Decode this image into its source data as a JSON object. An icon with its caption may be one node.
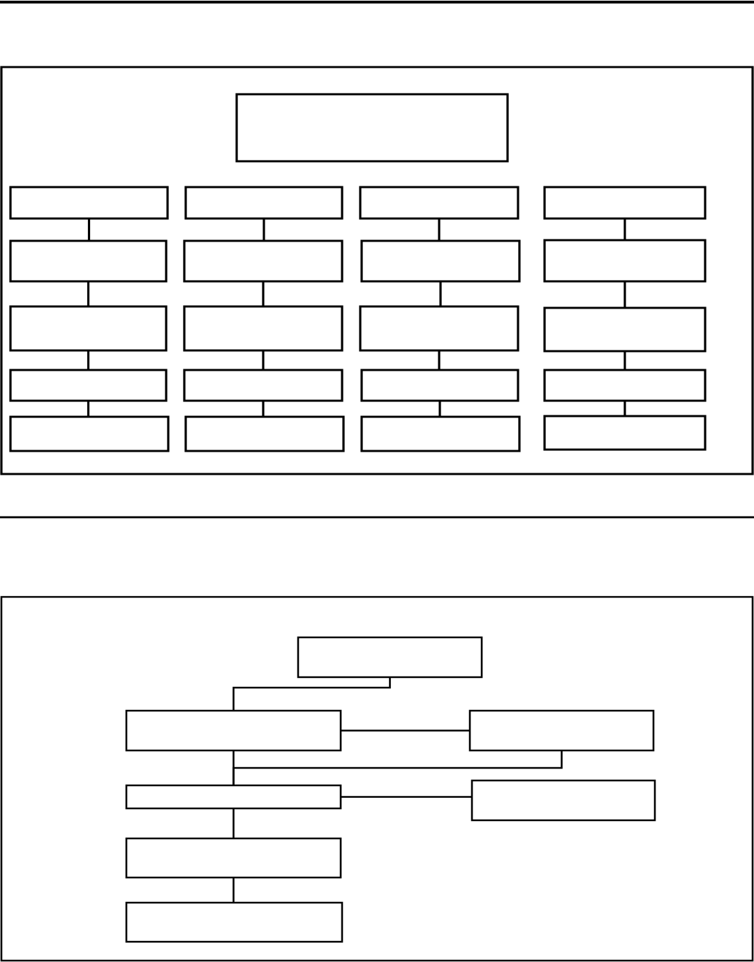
{
  "diagram": {
    "nodes": [
      {
        "text": [],
        "shape": "box"
      },
      {
        "text": [],
        "shape": "box",
        "in": 0
      },
      {
        "text": [],
        "shape": "box",
        "in": 0
      },
      {
        "text": [],
        "shape": "box",
        "in": 0
      },
      {
        "text": [],
        "shape": "box",
        "in": 0
      },
      {
        "text": [],
        "shape": "box",
        "in": 0
      },
      {
        "text": [],
        "shape": "box",
        "in": 0
      },
      {
        "text": [],
        "shape": "box",
        "in": 0
      },
      {
        "text": [],
        "shape": "box",
        "in": 0
      },
      {
        "text": [],
        "shape": "box",
        "in": 0
      },
      {
        "text": [],
        "shape": "box",
        "in": 0
      },
      {
        "text": [],
        "shape": "box",
        "in": 0
      },
      {
        "text": [],
        "shape": "box",
        "in": 0
      },
      {
        "text": [],
        "shape": "box",
        "in": 0
      },
      {
        "text": [],
        "shape": "box",
        "in": 0
      },
      {
        "text": [],
        "shape": "box",
        "in": 0
      },
      {
        "text": [],
        "shape": "box",
        "in": 0
      },
      {
        "text": [],
        "shape": "box",
        "in": 0
      },
      {
        "text": [],
        "shape": "box",
        "in": 0
      },
      {
        "text": [],
        "shape": "box",
        "in": 0
      },
      {
        "text": [],
        "shape": "box",
        "in": 0
      },
      {
        "text": [],
        "shape": "box",
        "in": 0
      },
      {
        "text": [],
        "shape": "box"
      },
      {
        "text": [],
        "shape": "box",
        "in": 22
      },
      {
        "text": [],
        "shape": "box",
        "in": 22
      },
      {
        "text": [],
        "shape": "box",
        "in": 22
      },
      {
        "text": [],
        "shape": "box",
        "in": 22
      },
      {
        "text": [],
        "shape": "box",
        "in": 22
      },
      {
        "text": [],
        "shape": "box",
        "in": 22
      },
      {
        "text": [],
        "shape": "box",
        "in": 22
      }
    ],
    "edges": [
      {
        "from": 2,
        "to": 6,
        "arrow": "none"
      },
      {
        "from": 6,
        "to": 10,
        "arrow": "none"
      },
      {
        "from": 10,
        "to": 14,
        "arrow": "none"
      },
      {
        "from": 14,
        "to": 18,
        "arrow": "none"
      },
      {
        "from": 3,
        "to": 7,
        "arrow": "none"
      },
      {
        "from": 7,
        "to": 11,
        "arrow": "none"
      },
      {
        "from": 11,
        "to": 15,
        "arrow": "none"
      },
      {
        "from": 15,
        "to": 19,
        "arrow": "none"
      },
      {
        "from": 4,
        "to": 8,
        "arrow": "none"
      },
      {
        "from": 8,
        "to": 12,
        "arrow": "none"
      },
      {
        "from": 12,
        "to": 16,
        "arrow": "none"
      },
      {
        "from": 16,
        "to": 20,
        "arrow": "none"
      },
      {
        "from": 5,
        "to": 9,
        "arrow": "none"
      },
      {
        "from": 9,
        "to": 13,
        "arrow": "none"
      },
      {
        "from": 13,
        "to": 17,
        "arrow": "none"
      },
      {
        "from": 17,
        "to": 21,
        "arrow": "none"
      },
      {
        "from": 23,
        "to": 24,
        "arrow": "none"
      },
      {
        "from": 24,
        "to": 25,
        "arrow": "none"
      },
      {
        "from": 24,
        "to": 26,
        "arrow": "none"
      },
      {
        "from": 25,
        "to": 26,
        "arrow": "none"
      },
      {
        "from": 26,
        "to": 27,
        "arrow": "none"
      },
      {
        "from": 26,
        "to": 28,
        "arrow": "none"
      },
      {
        "from": 28,
        "to": 29,
        "arrow": "none"
      }
    ]
  }
}
